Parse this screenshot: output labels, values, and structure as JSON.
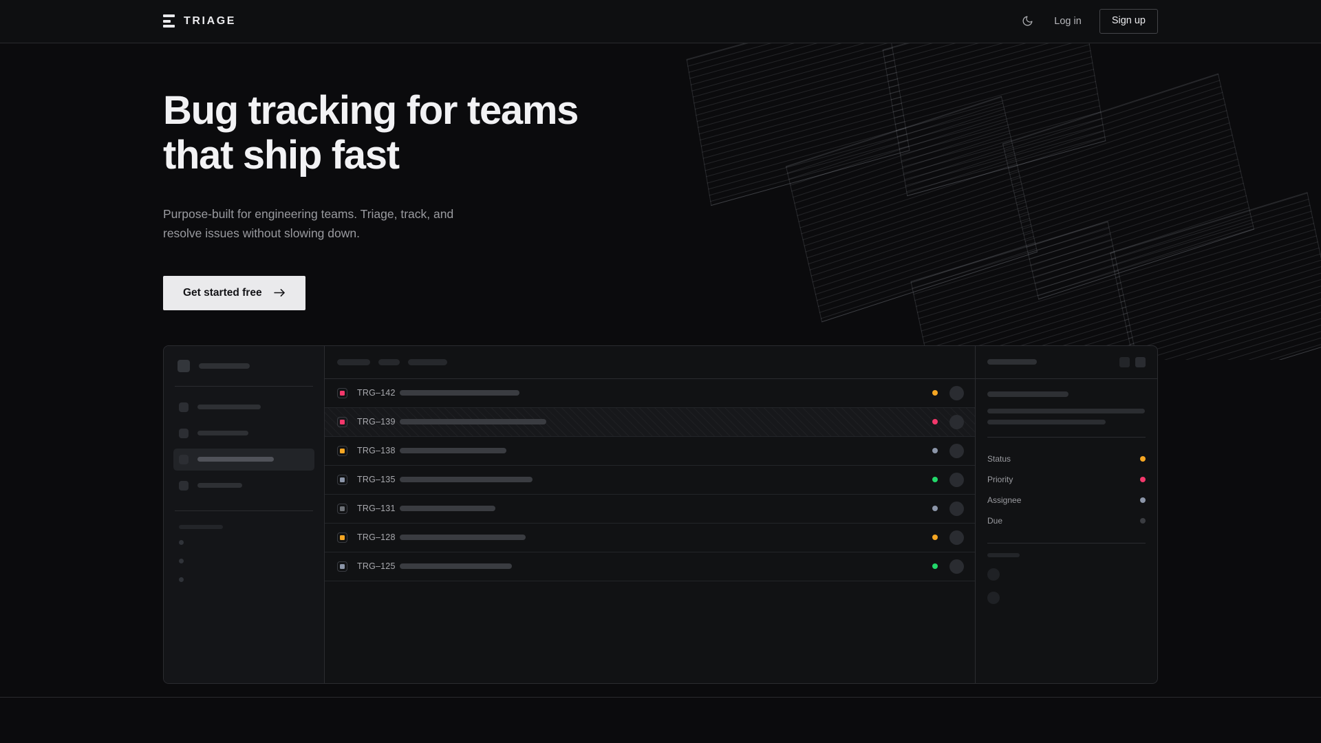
{
  "header": {
    "brand": "TRIAGE",
    "brand_icon": "stacked-bars-logo-icon",
    "theme_toggle_icon": "moon-icon",
    "login_label": "Log in",
    "signup_label": "Sign up"
  },
  "hero": {
    "title_line1": "Bug tracking for teams",
    "title_line2": "that ship fast",
    "subtitle": "Purpose-built for engineering teams. Triage, track, and resolve issues without slowing down.",
    "cta_label": "Get started free",
    "cta_icon": "arrow-right-icon"
  },
  "colors": {
    "page_bg": "#0b0b0d",
    "header_bg": "#0e0f11",
    "panel_bg": "#111214",
    "sidebar_bg": "#141518",
    "border": "#2b2c30",
    "text_primary": "#f2f2f4",
    "text_muted": "#9a9ba0",
    "cta_bg": "#eaeaec",
    "status_amber": "#f5a623",
    "status_pink": "#f2386b",
    "status_slate": "#8b95a8",
    "status_green": "#22d86a",
    "status_gray": "#3a3c41"
  },
  "app": {
    "sidebar": {
      "brand_placeholder_width": 74,
      "nav_items": [
        {
          "label_width": 92,
          "active": false
        },
        {
          "label_width": 74,
          "active": false
        },
        {
          "label_width": 111,
          "active": true
        },
        {
          "label_width": 65,
          "active": false
        }
      ],
      "section_label_width": 64,
      "mini_items": 3
    },
    "list": {
      "toolbar_pills": [
        48,
        31,
        57
      ],
      "rows": [
        {
          "key": "TRG–142",
          "priority_color": "#f2386b",
          "title_width": 174,
          "status_color": "#f5a623",
          "selected": false
        },
        {
          "key": "TRG–139",
          "priority_color": "#f2386b",
          "title_width": 213,
          "status_color": "#f2386b",
          "selected": true
        },
        {
          "key": "TRG–138",
          "priority_color": "#f5a623",
          "title_width": 155,
          "status_color": "#8b95a8",
          "selected": false
        },
        {
          "key": "TRG–135",
          "priority_color": "#8b95a8",
          "title_width": 193,
          "status_color": "#22d86a",
          "selected": false
        },
        {
          "key": "TRG–131",
          "priority_color": "#6e7278",
          "title_width": 139,
          "status_color": "#8b95a8",
          "selected": false
        },
        {
          "key": "TRG–128",
          "priority_color": "#f5a623",
          "title_width": 183,
          "status_color": "#f5a623",
          "selected": false
        },
        {
          "key": "TRG–125",
          "priority_color": "#8b95a8",
          "title_width": 163,
          "status_color": "#22d86a",
          "selected": false
        }
      ]
    },
    "detail": {
      "header_title_width": 72,
      "action_buttons": 2,
      "title_width": 118,
      "desc_line_widths": [
        229,
        172
      ],
      "meta": [
        {
          "label": "Status",
          "dot_color": "#f5a623"
        },
        {
          "label": "Priority",
          "dot_color": "#f2386b"
        },
        {
          "label": "Assignee",
          "dot_color": "#8b95a8"
        },
        {
          "label": "Due",
          "dot_color": "#3a3c41"
        }
      ],
      "activity_label_width": 47,
      "activity_items": 2
    }
  },
  "decoration": {
    "shape": "rotated-striped-panels",
    "count": 6
  }
}
